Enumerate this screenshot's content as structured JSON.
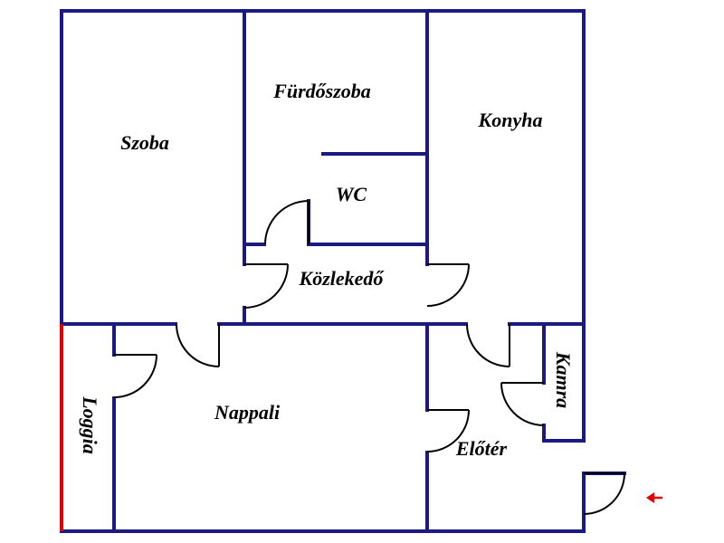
{
  "colors": {
    "wall": "#1a1a80",
    "door": "#000000",
    "window_wall": "#e00000",
    "entrance_arrow": "#e00000",
    "label": "#000000",
    "background": "#ffffff"
  },
  "rooms": {
    "szoba": "Szoba",
    "furdoszoba": "Fürdőszoba",
    "konyha": "Konyha",
    "wc": "WC",
    "kozlekedo": "Közlekedő",
    "nappali": "Nappali",
    "loggia": "Loggia",
    "eloter": "Előtér",
    "kamra": "Kamra"
  },
  "entrance": {
    "icon": "arrow-left-icon"
  }
}
